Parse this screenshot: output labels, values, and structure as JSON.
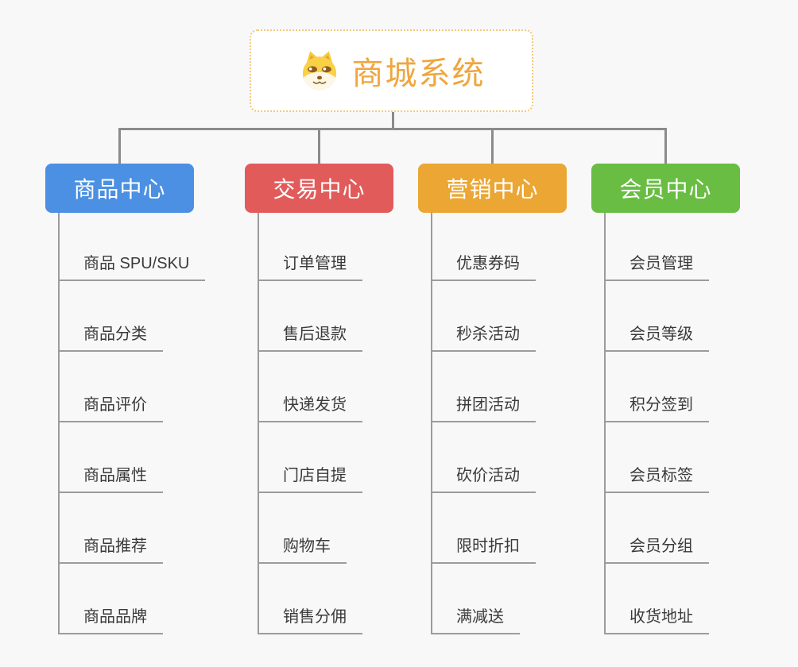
{
  "root": {
    "title": "商城系统",
    "icon": "shiba-dog-face-icon",
    "border_color": "#f3c87e",
    "title_color": "#efa63e"
  },
  "connector_color": "#8b8b8b",
  "underline_color": "#9c9c9c",
  "branches": [
    {
      "label": "商品中心",
      "color": "#4b90e2",
      "children": [
        "商品 SPU/SKU",
        "商品分类",
        "商品评价",
        "商品属性",
        "商品推荐",
        "商品品牌"
      ]
    },
    {
      "label": "交易中心",
      "color": "#e25b5b",
      "children": [
        "订单管理",
        "售后退款",
        "快递发货",
        "门店自提",
        "购物车",
        "销售分佣"
      ]
    },
    {
      "label": "营销中心",
      "color": "#eba634",
      "children": [
        "优惠券码",
        "秒杀活动",
        "拼团活动",
        "砍价活动",
        "限时折扣",
        "满减送"
      ]
    },
    {
      "label": "会员中心",
      "color": "#69bd43",
      "children": [
        "会员管理",
        "会员等级",
        "积分签到",
        "会员标签",
        "会员分组",
        "收货地址"
      ]
    }
  ]
}
